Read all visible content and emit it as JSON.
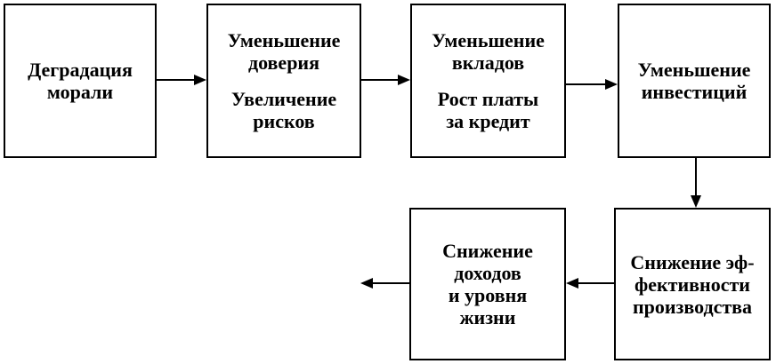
{
  "boxes": {
    "moral": [
      "Деградация",
      "морали"
    ],
    "trust": {
      "a": [
        "Уменьшение",
        "доверия"
      ],
      "b": [
        "Увеличение",
        "рисков"
      ]
    },
    "deposits": {
      "a": [
        "Уменьшение",
        "вкладов"
      ],
      "b": [
        "Рост платы",
        "за кредит"
      ]
    },
    "invest": [
      "Уменьшение",
      "инвестиций"
    ],
    "efficiency": [
      "Снижение эф-",
      "фективности",
      "производства"
    ],
    "income": [
      "Снижение",
      "доходов",
      "и уровня",
      "жизни"
    ]
  }
}
